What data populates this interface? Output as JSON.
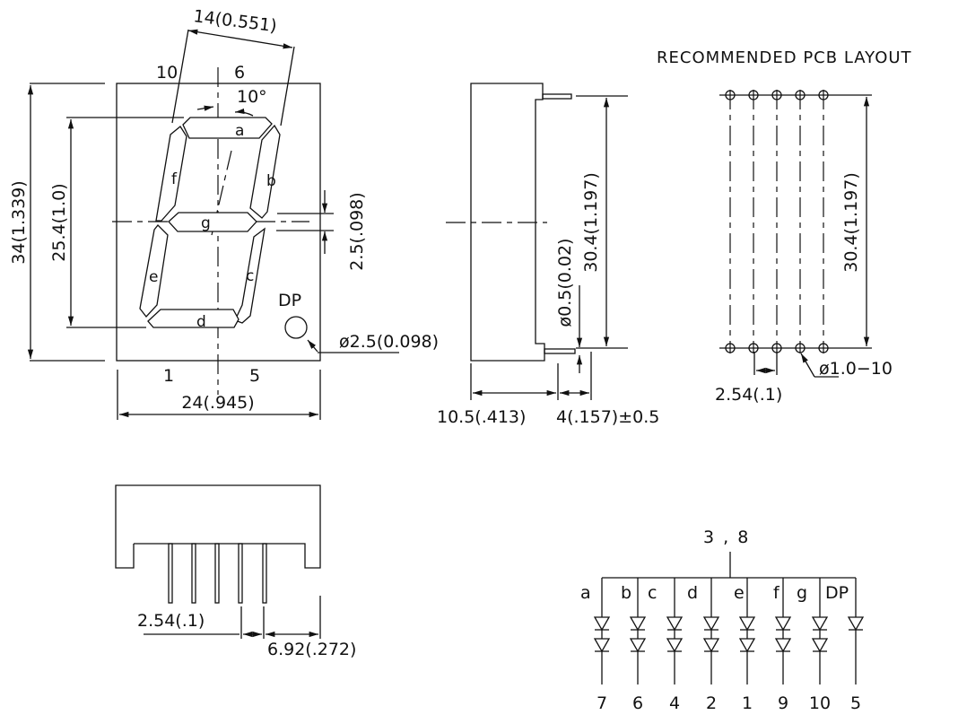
{
  "front_view": {
    "dim_top": "14(0.551)",
    "pin_top_left": "10",
    "pin_top_right": "6",
    "angle": "10°",
    "dim_height": "34(1.339)",
    "dim_digit_height": "25.4(1.0)",
    "dim_segment_width": "2.5(.098)",
    "dp_label": "DP",
    "dp_diameter": "ø2.5(0.098)",
    "pin_bottom_left": "1",
    "pin_bottom_right": "5",
    "dim_width": "24(.945)",
    "segments": [
      "a",
      "b",
      "c",
      "d",
      "e",
      "f",
      "g"
    ]
  },
  "side_view": {
    "dim_pin_pitch_height": "30.4(1.197)",
    "dim_pin_diameter": "ø0.5(0.02)",
    "dim_depth": "10.5(.413)",
    "dim_pin_length": "4(.157)±0.5"
  },
  "pcb_layout": {
    "title": "RECOMMENDED PCB LAYOUT",
    "dim_row_spacing": "30.4(1.197)",
    "dim_pitch": "2.54(.1)",
    "hole_spec": "ø1.0−10"
  },
  "bottom_view": {
    "dim_pitch": "2.54(.1)",
    "dim_edge": "6.92(.272)"
  },
  "schematic": {
    "common_pins": "3 , 8",
    "channels": [
      {
        "segment": "a",
        "pin": "7"
      },
      {
        "segment": "b",
        "pin": "6"
      },
      {
        "segment": "c",
        "pin": "4"
      },
      {
        "segment": "d",
        "pin": "2"
      },
      {
        "segment": "e",
        "pin": "1"
      },
      {
        "segment": "f",
        "pin": "9"
      },
      {
        "segment": "g",
        "pin": "10"
      },
      {
        "segment": "DP",
        "pin": "5"
      }
    ]
  }
}
